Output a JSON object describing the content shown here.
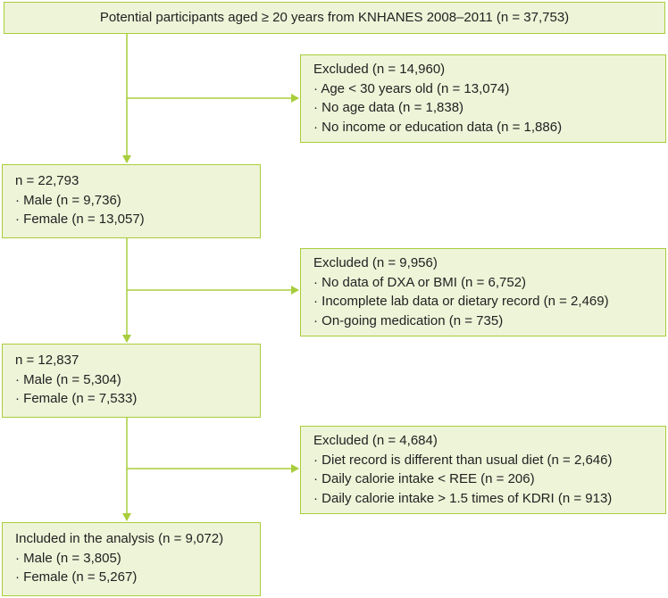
{
  "colors": {
    "box_fill": "#eef4d8",
    "box_border": "#a8cd3c",
    "connector": "#a8cd3c",
    "text": "#222222"
  },
  "top": {
    "label": "Potential participants aged ≥ 20 years from KNHANES 2008–2011 (n = 37,753)"
  },
  "excluded_1": {
    "title": "Excluded (n = 14,960)",
    "items": [
      "· Age < 30 years old (n = 13,074)",
      "· No age data (n = 1,838)",
      "· No income or education data (n = 1,886)"
    ]
  },
  "stage_1": {
    "title": "n = 22,793",
    "items": [
      "· Male (n = 9,736)",
      "· Female (n = 13,057)"
    ]
  },
  "excluded_2": {
    "title": "Excluded (n = 9,956)",
    "items": [
      "· No data of DXA or BMI (n = 6,752)",
      "· Incomplete lab data or dietary record (n = 2,469)",
      "· On-going medication (n = 735)"
    ]
  },
  "stage_2": {
    "title": "n = 12,837",
    "items": [
      "· Male (n = 5,304)",
      "· Female (n = 7,533)"
    ]
  },
  "excluded_3": {
    "title": "Excluded (n = 4,684)",
    "items": [
      "· Diet record is different than usual diet (n = 2,646)",
      "· Daily calorie intake < REE (n = 206)",
      "· Daily calorie intake > 1.5 times of KDRI (n = 913)"
    ]
  },
  "stage_3": {
    "title": "Included in the analysis (n = 9,072)",
    "items": [
      "· Male (n = 3,805)",
      "· Female (n = 5,267)"
    ]
  }
}
